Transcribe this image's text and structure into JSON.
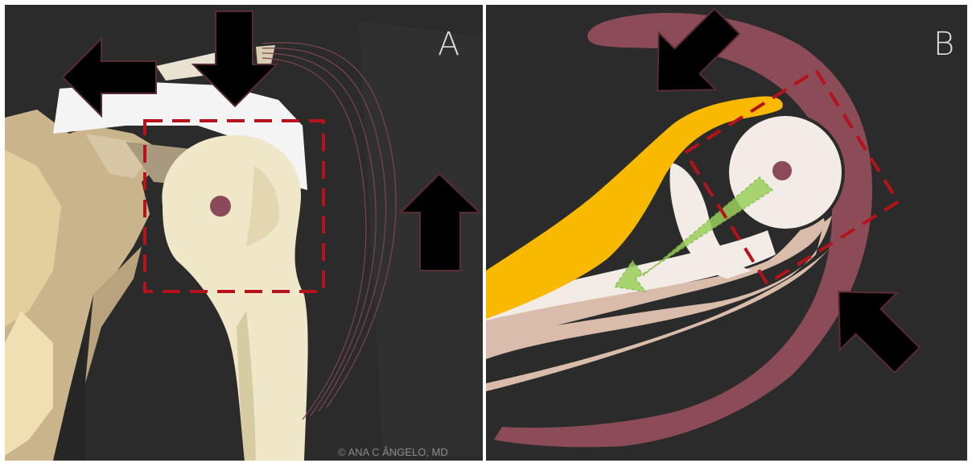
{
  "panels": [
    {
      "id": "A",
      "label": "A"
    },
    {
      "id": "B",
      "label": "B"
    }
  ],
  "credit": {
    "symbol": "©",
    "text": "ANA C ÂNGELO, MD"
  },
  "colors": {
    "background": "#2b2b2b",
    "arrow_fill": "#000000",
    "arrow_outline": "#5a2c34",
    "dashed_box": "#b5121b",
    "humeral_head": "#efe7c8",
    "center_dot": "#8b4a5a",
    "muscle": "#8b4c58",
    "tendon_yellow": "#f9b900",
    "cartilage": "#f2ebe6",
    "skin_tissue": "#d9bdaa",
    "force_arrow": "#9ad05a"
  }
}
